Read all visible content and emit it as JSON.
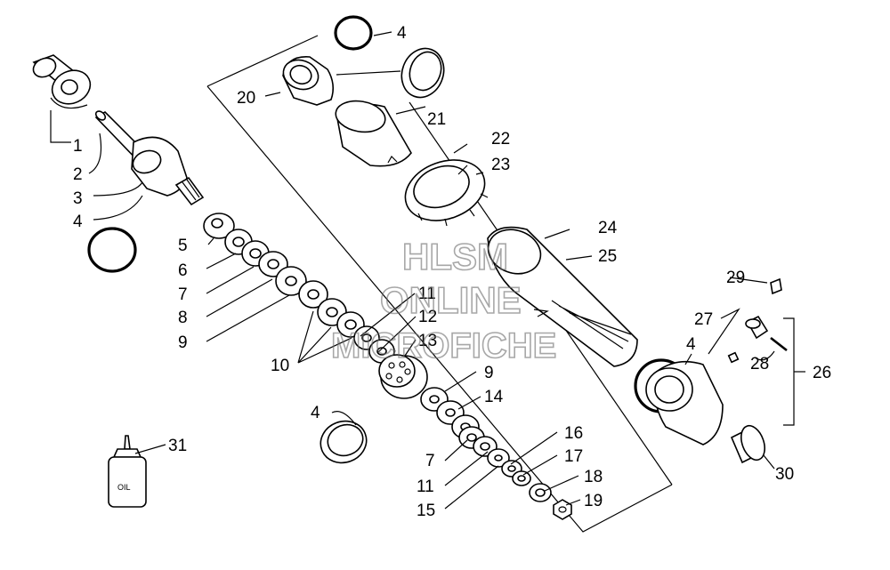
{
  "watermark": {
    "line1": "HLSM",
    "line2": "ONLINE",
    "line3": "MICROFICHE"
  },
  "bottle_text": "OIL",
  "callouts": [
    "1",
    "2",
    "3",
    "4",
    "5",
    "6",
    "7",
    "8",
    "9",
    "10",
    "11",
    "12",
    "13",
    "4",
    "9",
    "14",
    "16",
    "17",
    "7",
    "18",
    "11",
    "19",
    "15",
    "20",
    "21",
    "22",
    "23",
    "24",
    "25",
    "4",
    "27",
    "29",
    "28",
    "26",
    "30",
    "31",
    "4"
  ]
}
